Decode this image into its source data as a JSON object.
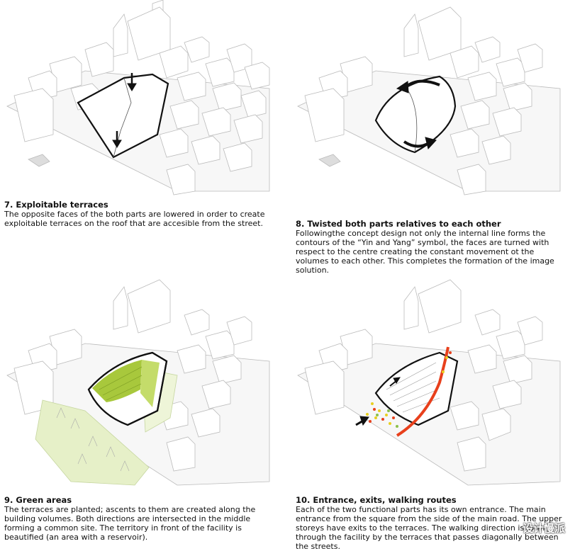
{
  "panels": [
    {
      "id": "7",
      "title": "7. Exploitable terraces",
      "text": "The opposite faces of the both parts are lowered in order to create exploitable terraces on the roof that are accesible from the street."
    },
    {
      "id": "8",
      "title": "8. Twisted both parts relatives to each other",
      "text": "Followingthe concept design not only the internal line forms the contours of the “Yin and Yang” symbol, the faces are turned with respect to the centre creating the constant movement ot the volumes to each other. This completes the formation of the image solution."
    },
    {
      "id": "9",
      "title": "9. Green areas",
      "text": "The terraces are planted; ascents to them are created along the building volumes. Both directions are intersected in the middle forming a common site. The territory in front of the facility is beautified (an area with a reservoir)."
    },
    {
      "id": "10",
      "title": "10. Entrance, exits, walking routes",
      "text": "Each of the two functional parts has its own entrance. The main entrance from the square from the side of the main road. The upper storeys have exits to the terraces. The walking direction is formed through the facility by the terraces that passes diagonally between the streets."
    }
  ],
  "watermark": "设计慢派",
  "colors": {
    "green": "#a8c83c",
    "red": "#e8401c",
    "yellow": "#e8d020",
    "outline": "#111111"
  }
}
